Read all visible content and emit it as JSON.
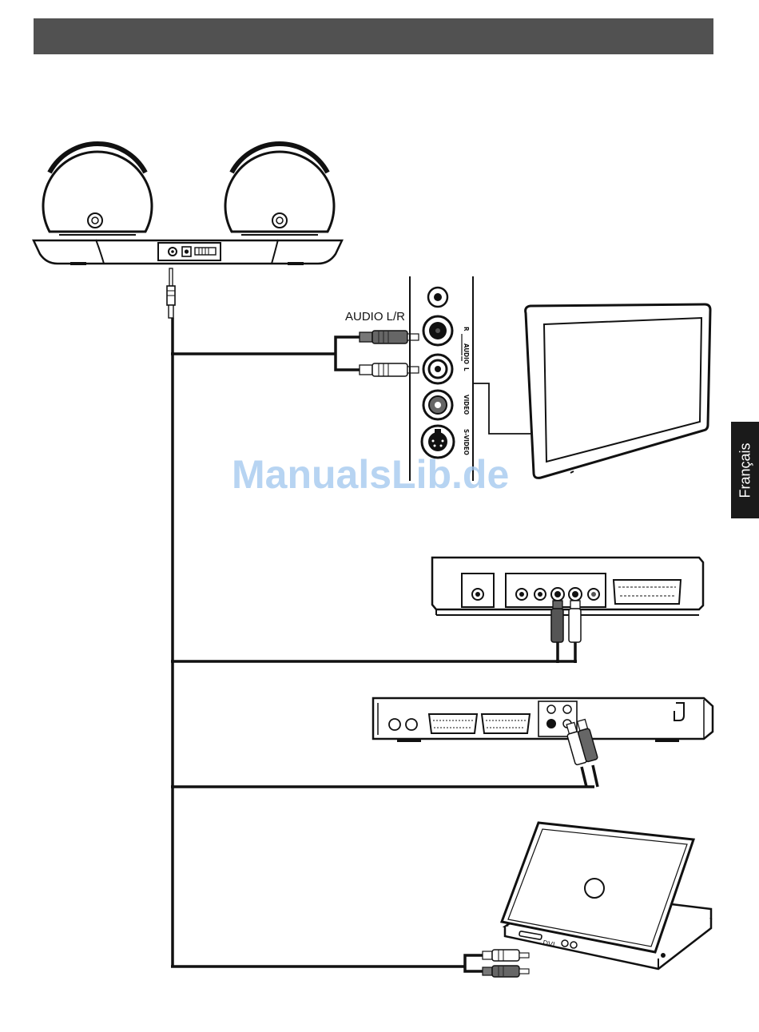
{
  "sidebar_tab": {
    "label": "Français"
  },
  "labels": {
    "audio_lr": "AUDIO L/R",
    "jack_r": "R",
    "jack_audio": "AUDIO",
    "jack_l": "L",
    "jack_video": "VIDEO",
    "jack_svideo": "S-VIDEO",
    "laptop_port": "DVI"
  },
  "watermark": "ManualsLib.de",
  "colors": {
    "header": "#515151",
    "tab": "#1a1a1a",
    "watermark": "#9fc6ee"
  }
}
